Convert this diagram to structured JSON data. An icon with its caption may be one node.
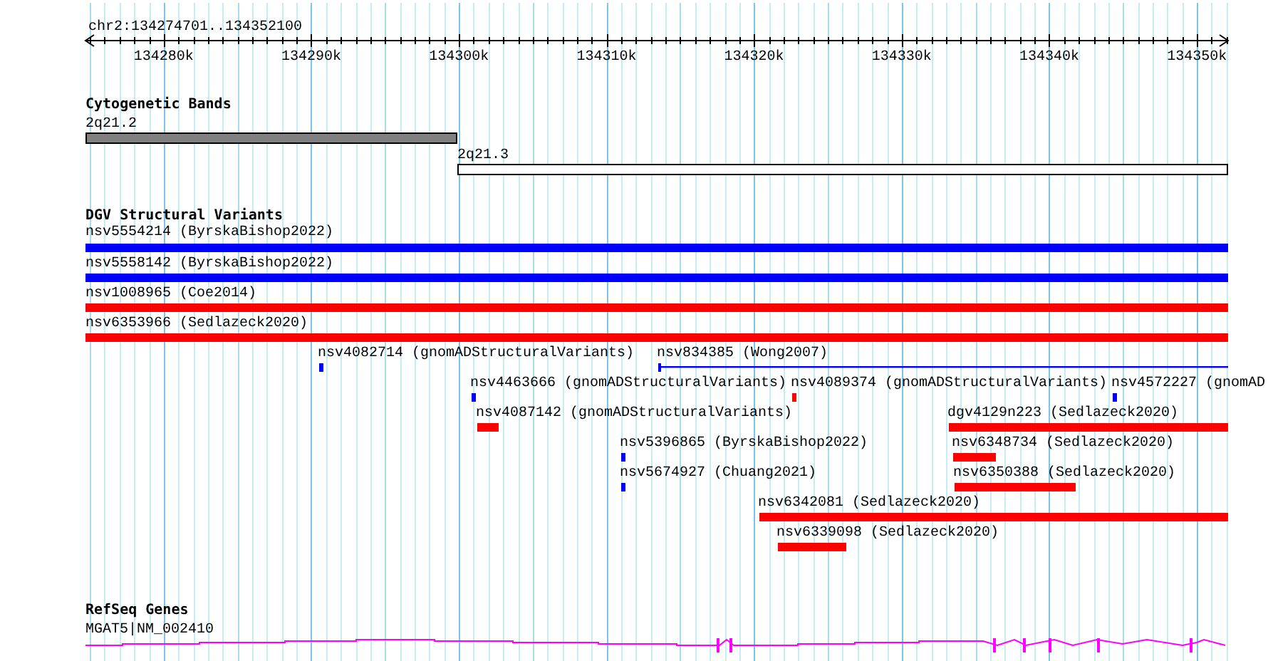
{
  "diagram": {
    "labels": [
      "chr2:134274701..134352100",
      "134280k",
      "134290k",
      "134300k",
      "134310k",
      "134320k",
      "134330k",
      "134340k",
      "134350k",
      "Cytogenetic Bands",
      "2q21.2",
      "2q21.3",
      "DGV Structural Variants",
      "nsv5554214 (ByrskaBishop2022)",
      "nsv5558142 (ByrskaBishop2022)",
      "nsv1008965 (Coe2014)",
      "nsv6353966 (Sedlazeck2020)",
      "nsv4082714 (gnomADStructuralVariants)",
      "nsv834385 (Wong2007)",
      "nsv4463666 (gnomADStructuralVariants)",
      "nsv4089374 (gnomADStructuralVariants)",
      "nsv4572227 (gnomAD",
      "nsv4087142 (gnomADStructuralVariants)",
      "dgv4129n223 (Sedlazeck2020)",
      "nsv5396865 (ByrskaBishop2022)",
      "nsv6348734 (Sedlazeck2020)",
      "nsv5674927 (Chuang2021)",
      "nsv6350388 (Sedlazeck2020)",
      "nsv6342081 (Sedlazeck2020)",
      "nsv6339098 (Sedlazeck2020)",
      "RefSeq Genes",
      "MGAT5|NM_002410"
    ]
  }
}
